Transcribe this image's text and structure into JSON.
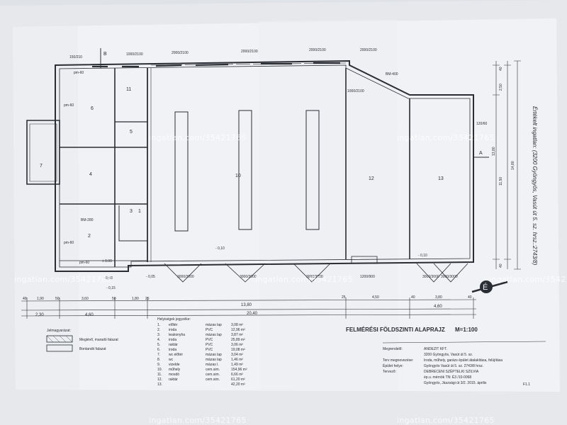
{
  "watermark": "ingatlan.com/35421765",
  "plan": {
    "title": "FELMÉRÉSI FÖLDSZINTI ALAPRAJZ",
    "scale": "M=1:100",
    "side_note": "Értékelt ingatlan: (3200 Gyöngyös, Vasút út 5. sz. hrsz.:2743/8)",
    "section_marks": [
      "B",
      "A"
    ],
    "compass": "É",
    "sheet_no": "F1.1",
    "equipment_labels": [
      "BM-400",
      "BM-280"
    ],
    "levels": [
      "± 0.00",
      "- 0,03",
      "- 0,15",
      "- 0,10",
      "- 0,10",
      "- 0,05"
    ]
  },
  "rooms_on_plan": [
    "1",
    "2",
    "3",
    "4",
    "5",
    "6",
    "7",
    "10",
    "11",
    "12",
    "13"
  ],
  "floor_labels": [
    "pm-60",
    "pm-60",
    "pm-60",
    "pm-60"
  ],
  "opening_labels": {
    "top": [
      "150/210",
      "1000/2100",
      "2000/2100",
      "2000/2100",
      "2000/2100",
      "2000/2100",
      "1000/2100",
      "120/60"
    ],
    "bottom": [
      "3000/3000",
      "3000/3000",
      "3000/3000",
      "1200/900",
      "3000/3000",
      "3000/3000"
    ]
  },
  "dims": {
    "bottom_row1": [
      "40",
      "1,90",
      "50",
      "3,60",
      "50",
      "1,80",
      "25",
      "25",
      "4,50",
      "40",
      "3,80",
      "40"
    ],
    "bottom_row2": [
      "2,30",
      "4,60",
      "13,80",
      "4,60"
    ],
    "total": "20,40",
    "right": [
      "40",
      "2,50",
      "11,50",
      "13,80",
      "14,80",
      "40"
    ]
  },
  "legend": {
    "title": "Jelmagyarázat:",
    "items": [
      "Megiévő, maradó falazat",
      "Bontandó falazat"
    ]
  },
  "room_list": {
    "title": "Helyiségek jegyzéke:",
    "rows": [
      {
        "no": "1.",
        "name": "előtér",
        "floor": "mázas lap",
        "area": "3,08 m²"
      },
      {
        "no": "2.",
        "name": "iroda",
        "floor": "PVC",
        "area": "12,96 m²"
      },
      {
        "no": "3.",
        "name": "teakonyha",
        "floor": "mázas lap",
        "area": "3,87 m²"
      },
      {
        "no": "4.",
        "name": "iroda",
        "floor": "PVC",
        "area": "25,89 m²"
      },
      {
        "no": "5.",
        "name": "raktár",
        "floor": "PVC",
        "area": "3,06 m²"
      },
      {
        "no": "6.",
        "name": "iroda",
        "floor": "PVC",
        "area": "19,08 m²"
      },
      {
        "no": "7.",
        "name": "wc előtér",
        "floor": "mázas lap",
        "area": "3,04 m²"
      },
      {
        "no": "8.",
        "name": "wc",
        "floor": "mázas lap",
        "area": "1,46 m²"
      },
      {
        "no": "9.",
        "name": "vizelde",
        "floor": "mázas l.",
        "area": "1,49 m²"
      },
      {
        "no": "10.",
        "name": "műhely",
        "floor": "cem.sim.",
        "area": "154,96 m²"
      },
      {
        "no": "11.",
        "name": "mosdó",
        "floor": "cem.sim.",
        "area": "6,66 m²"
      },
      {
        "no": "12.",
        "name": "raktár",
        "floor": "cem.sim.",
        "area": "61,20 m²"
      },
      {
        "no": "13.",
        "name": "",
        "floor": "",
        "area": "42,20 m²"
      }
    ]
  },
  "info": [
    {
      "label": "Megrendelő:",
      "value": "ANDEZIT KFT."
    },
    {
      "label": "",
      "value": "3200 Gyöngyös, Vasút út 5. sz."
    },
    {
      "label": "Terv megnevezése:",
      "value": "Iroda, műhely, garázs épület átalakítása, felújítása"
    },
    {
      "label": "Épület helye:",
      "value": "Gyöngyös Vasút út 5. sz. 2743/8 hrsz."
    },
    {
      "label": "Tervező:",
      "value": "DEBRECENI SZÉPTELKI SZILVIA"
    },
    {
      "label": "",
      "value": "ép.u. mérnök TN: É3 /10-0068"
    },
    {
      "label": "",
      "value": "Gyöngyös, Jászsági út 3/2. 2015. április"
    }
  ],
  "colors": {
    "paper": "#f1f2f5",
    "ink": "#2a2d33",
    "background": "#dfe2e6"
  }
}
